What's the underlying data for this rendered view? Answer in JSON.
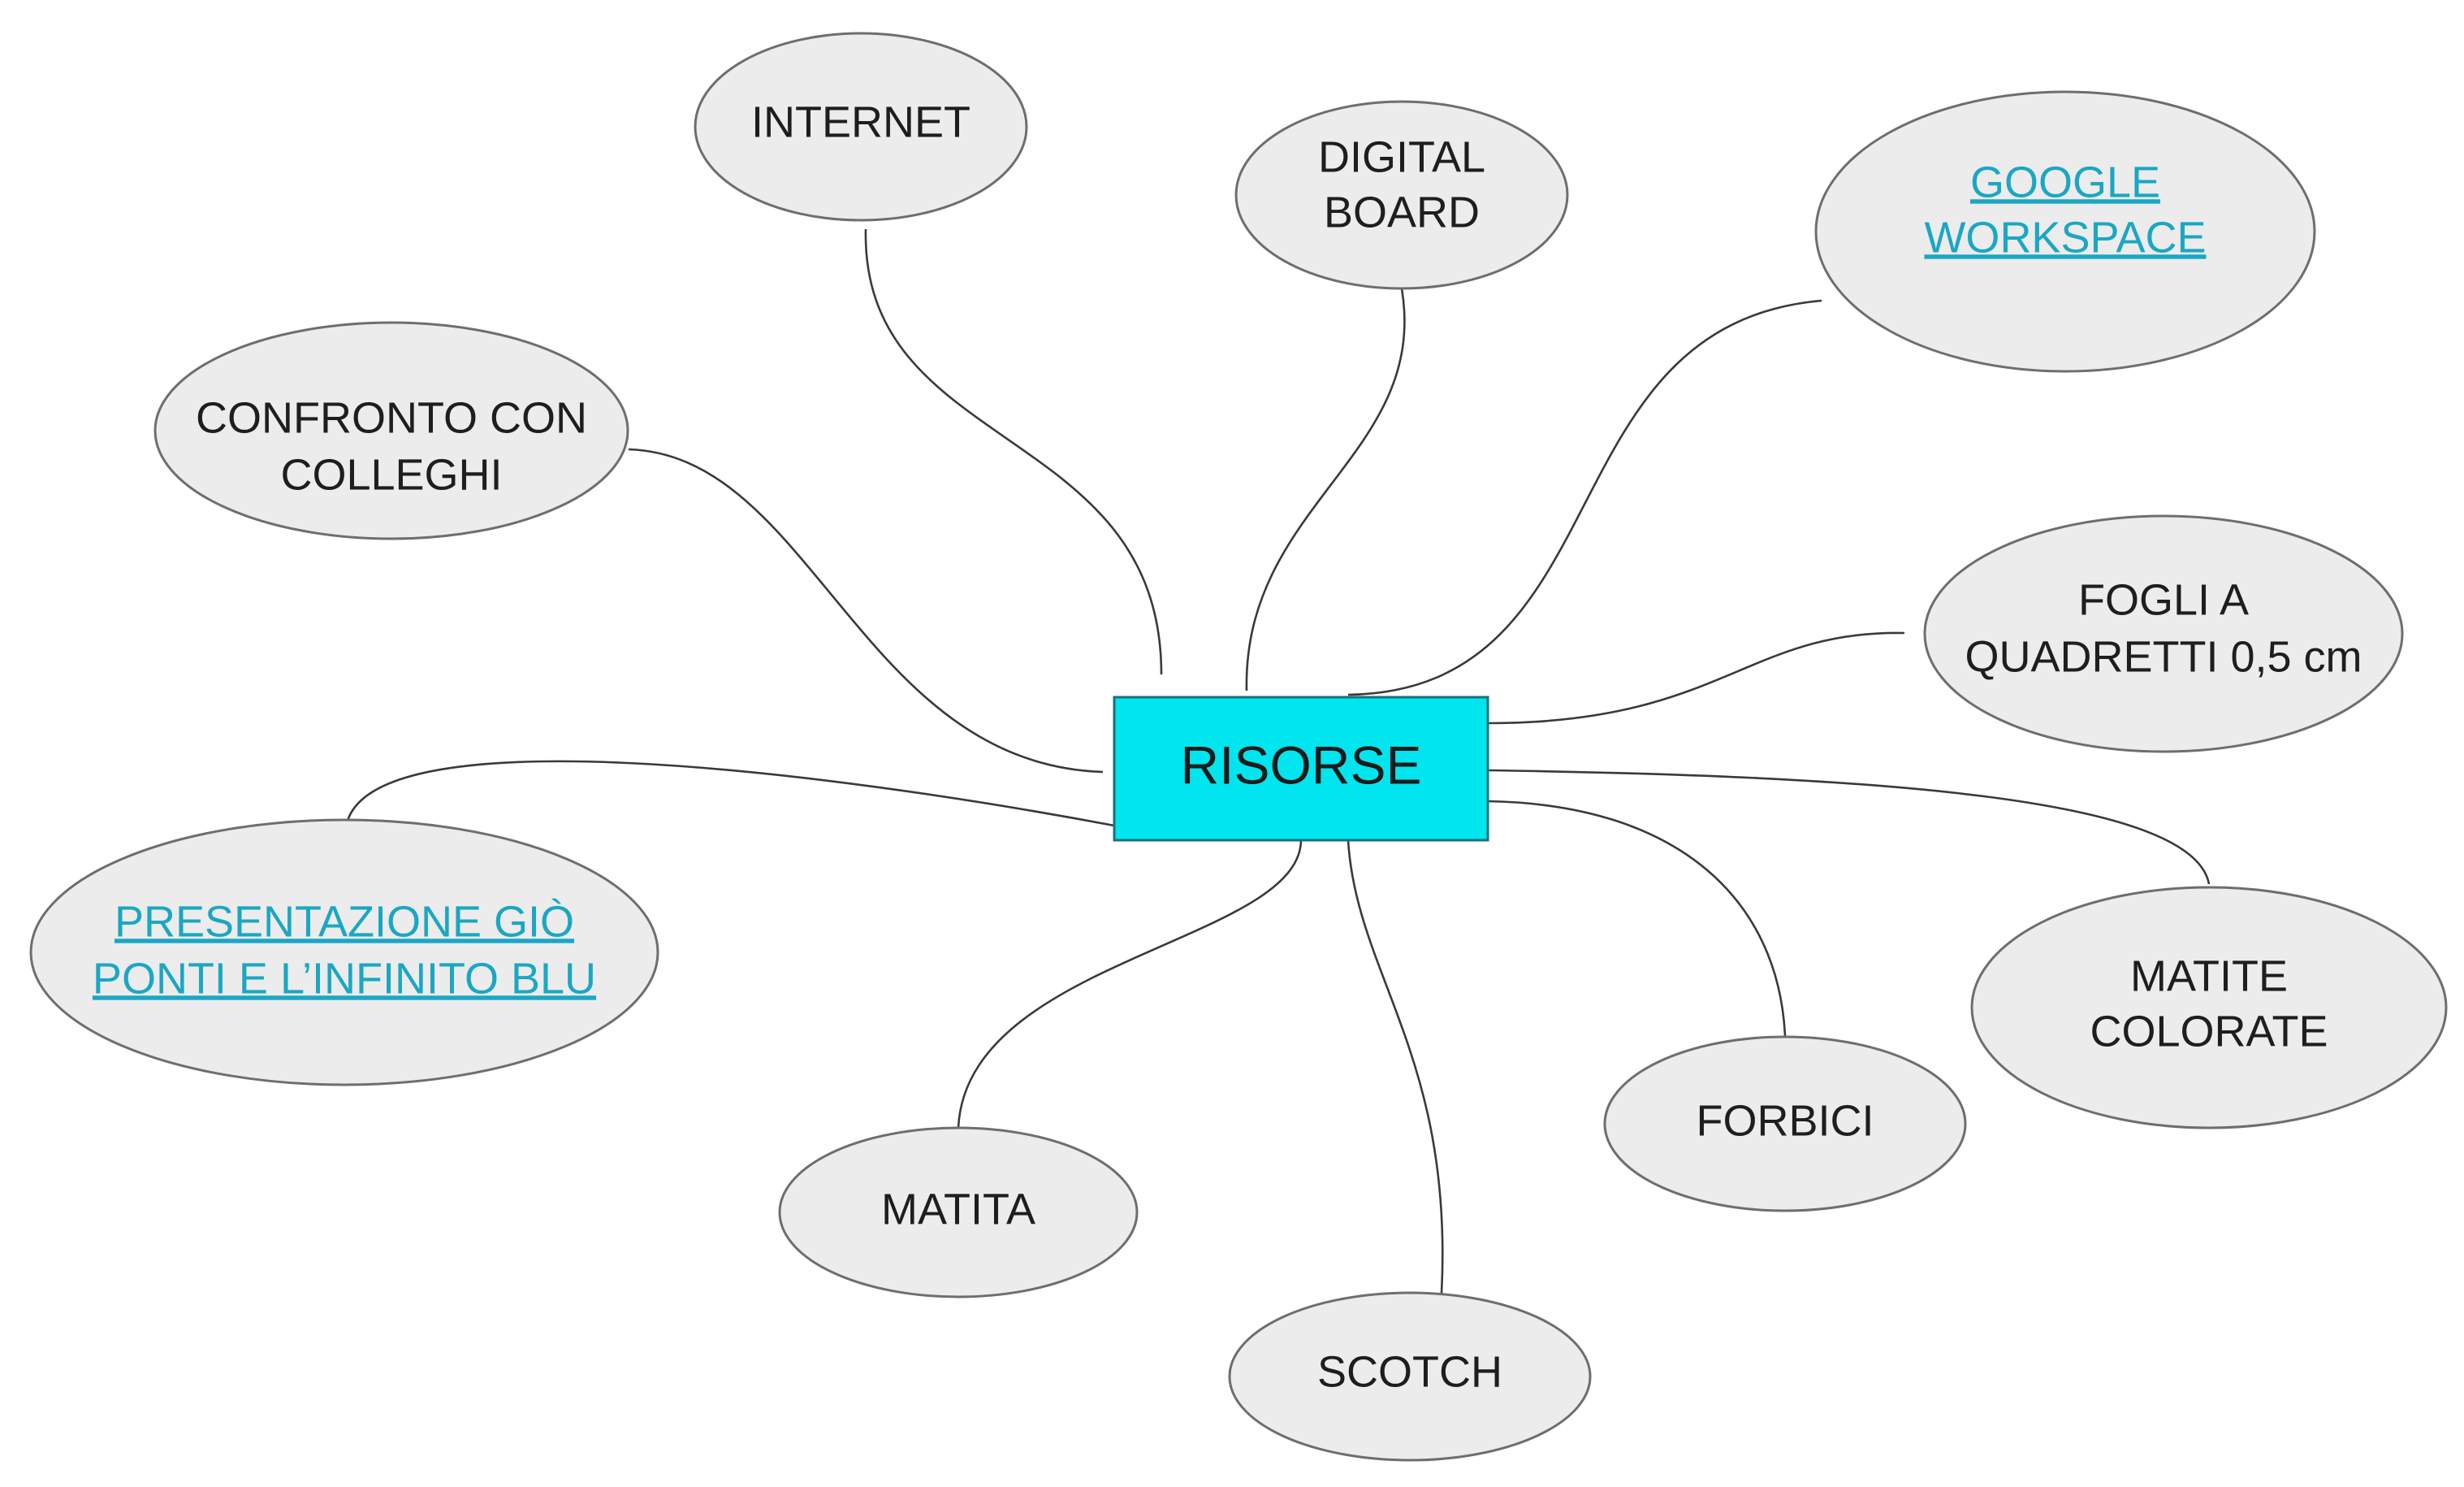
{
  "diagram": {
    "center": {
      "label": "RISORSE",
      "fill": "#00e5ee"
    },
    "nodes": [
      {
        "id": "internet",
        "lines": [
          "INTERNET"
        ],
        "link": false
      },
      {
        "id": "digital-board",
        "lines": [
          "DIGITAL",
          "BOARD"
        ],
        "link": false
      },
      {
        "id": "google-workspace",
        "lines": [
          "GOOGLE",
          "WORKSPACE"
        ],
        "link": true
      },
      {
        "id": "confronto-con-colleghi",
        "lines": [
          "CONFRONTO CON",
          "COLLEGHI"
        ],
        "link": false
      },
      {
        "id": "fogli-a-quadretti",
        "lines": [
          "FOGLI A",
          "QUADRETTI 0,5 cm"
        ],
        "link": false
      },
      {
        "id": "presentazione-gio-ponti",
        "lines": [
          "PRESENTAZIONE GIÒ",
          "PONTI E L’INFINITO BLU"
        ],
        "link": true
      },
      {
        "id": "matite-colorate",
        "lines": [
          "MATITE",
          "COLORATE"
        ],
        "link": false
      },
      {
        "id": "forbici",
        "lines": [
          "FORBICI"
        ],
        "link": false
      },
      {
        "id": "matita",
        "lines": [
          "MATITA"
        ],
        "link": false
      },
      {
        "id": "scotch",
        "lines": [
          "SCOTCH"
        ],
        "link": false
      }
    ],
    "colors": {
      "link_text": "#1aa7c4",
      "bubble_fill": "#ececec",
      "center_fill": "#00e5ee"
    }
  }
}
